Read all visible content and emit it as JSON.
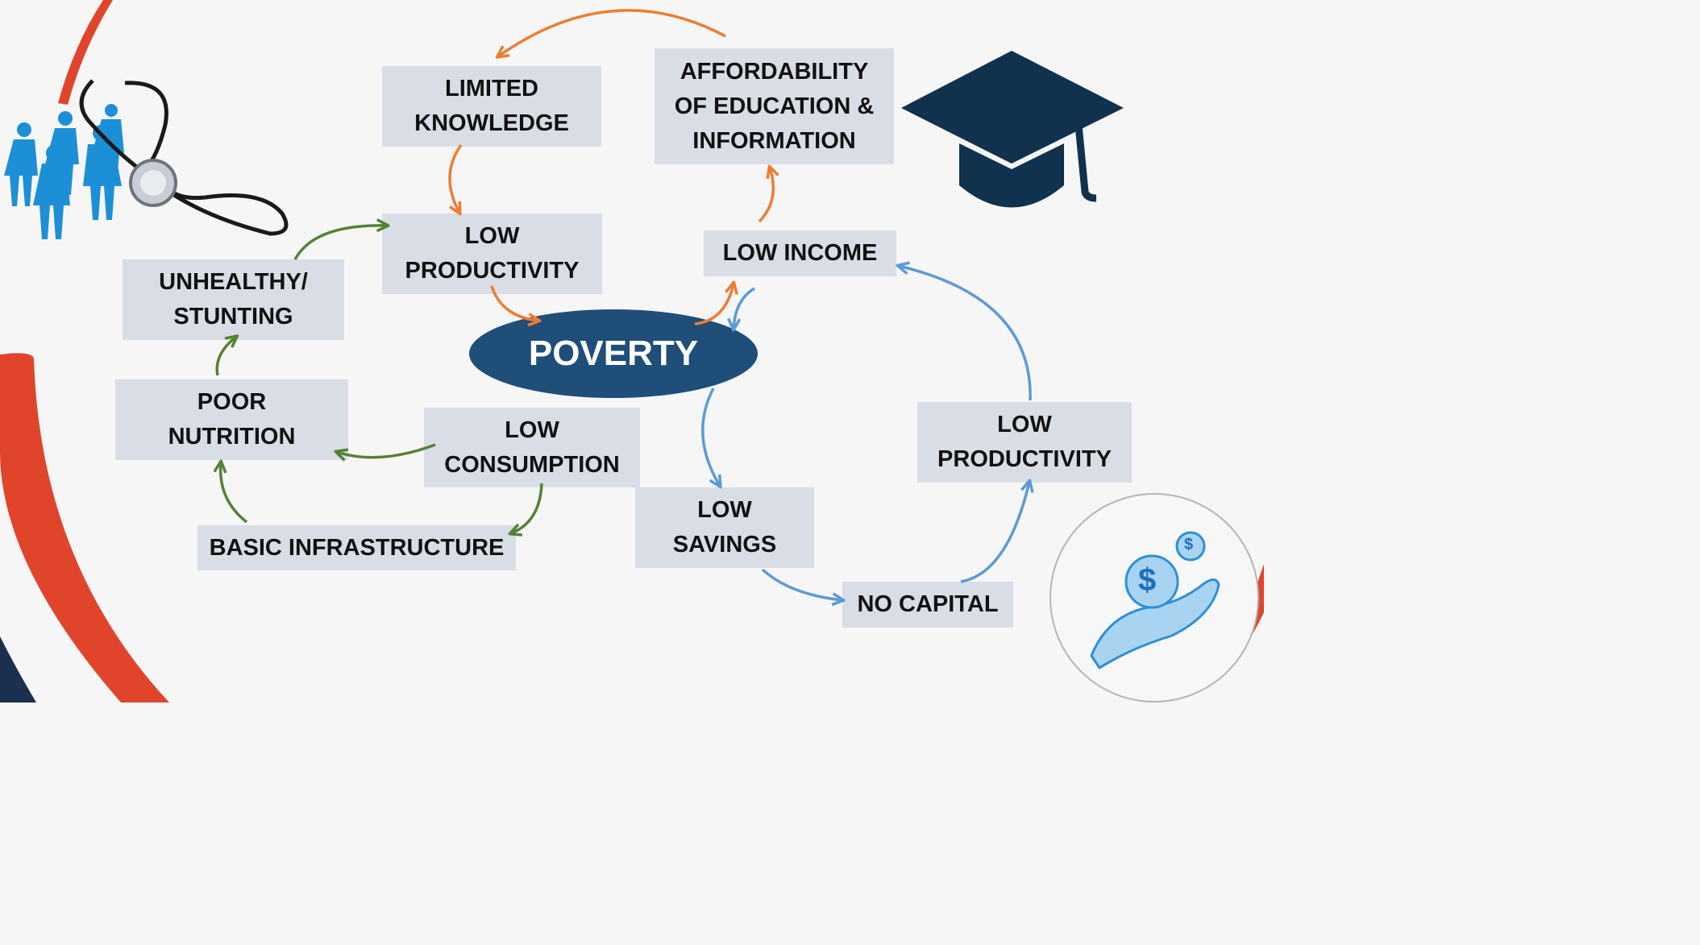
{
  "center": {
    "label": "POVERTY"
  },
  "nodes": {
    "limited_knowledge": "LIMITED\nKNOWLEDGE",
    "affordability": "AFFORDABILITY\nOF EDUCATION &\nINFORMATION",
    "low_productivity_top": "LOW\nPRODUCTIVITY",
    "low_income": "LOW INCOME",
    "unhealthy_stunting": "UNHEALTHY/\nSTUNTING",
    "poor_nutrition": "POOR\nNUTRITION",
    "low_consumption": "LOW\nCONSUMPTION",
    "basic_infrastructure": "BASIC INFRASTRUCTURE",
    "low_savings": "LOW\nSAVINGS",
    "no_capital": "NO CAPITAL",
    "low_productivity_right": "LOW\nPRODUCTIVITY"
  },
  "coin_icon": {
    "big": "$",
    "small": "$"
  },
  "colors": {
    "orange_cycle": "#ed7d31",
    "green_cycle": "#548235",
    "blue_cycle": "#5b9bd5",
    "center_fill": "#1f4e79",
    "node_fill": "#d9dde6",
    "accent_red": "#e0452b",
    "accent_navy": "#1b2f4e",
    "cap_color": "#10324f",
    "people_color": "#1d8fd6"
  },
  "icons": [
    "healthcare-people-stethoscope-icon",
    "graduation-cap-icon",
    "coin-hand-icon"
  ]
}
